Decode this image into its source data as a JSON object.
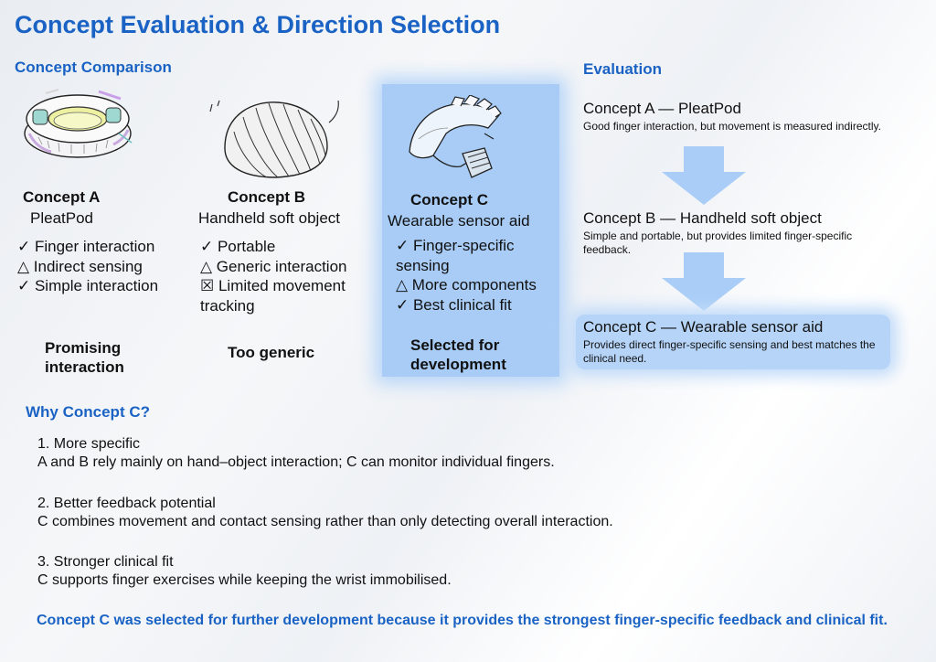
{
  "title": "Concept Evaluation & Direction Selection",
  "comparison_heading": "Concept Comparison",
  "evaluation_heading": "Evaluation",
  "concepts": [
    {
      "title": "Concept A",
      "subtitle": "PleatPod",
      "points": [
        "✓ Finger interaction",
        "△ Indirect sensing",
        "✓ Simple interaction"
      ],
      "verdict_lines": [
        "Promising",
        "interaction"
      ]
    },
    {
      "title": "Concept B",
      "subtitle": "Handheld soft object",
      "points": [
        "✓ Portable",
        "△ Generic interaction",
        "☒ Limited movement",
        "tracking"
      ],
      "verdict_lines": [
        "Too generic"
      ]
    },
    {
      "title": "Concept C",
      "subtitle": "Wearable sensor aid",
      "points": [
        "✓ Finger-specific",
        "sensing",
        "△ More components",
        "✓ Best clinical fit"
      ],
      "verdict_lines": [
        "Selected for",
        "development"
      ]
    }
  ],
  "evaluation": [
    {
      "name": "Concept A — PleatPod",
      "desc": "Good finger interaction, but movement is measured indirectly."
    },
    {
      "name": "Concept B — Handheld soft object",
      "desc": "Simple and portable, but provides limited finger-specific feedback."
    },
    {
      "name": "Concept C — Wearable sensor aid",
      "desc": "Provides direct finger-specific sensing and best matches the clinical need."
    }
  ],
  "why_heading": "Why Concept C?",
  "reasons": [
    {
      "title": "1. More specific",
      "body": "A and B rely mainly on hand–object interaction; C can monitor individual fingers."
    },
    {
      "title": "2. Better feedback potential",
      "body": "C combines movement and contact sensing rather than only detecting overall interaction."
    },
    {
      "title": "3. Stronger clinical fit",
      "body": "C supports finger exercises while keeping the wrist immobilised."
    }
  ],
  "conclusion": "Concept C was selected for further development because it provides the strongest finger-specific feedback and clinical fit.",
  "colors": {
    "accent": "#1a63c4",
    "highlight": "#a8ccf6",
    "arrow": "#a9cdf7"
  }
}
